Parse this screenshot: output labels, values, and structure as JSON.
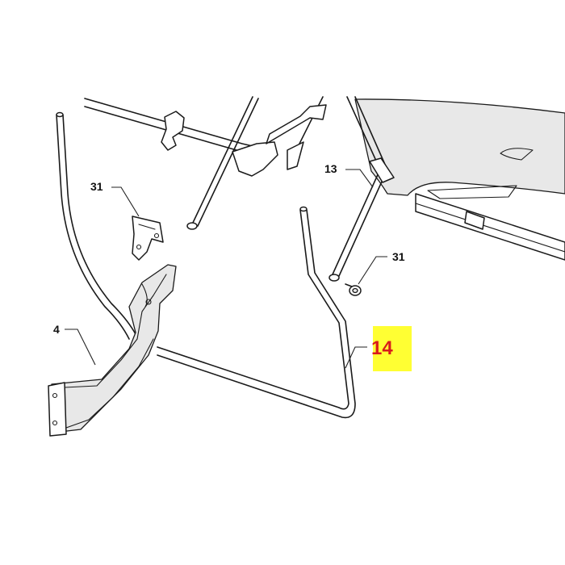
{
  "callouts": [
    {
      "label": "31"
    },
    {
      "label": "13"
    },
    {
      "label": "31"
    },
    {
      "label": "4"
    },
    {
      "label": "14"
    }
  ],
  "highlight": {
    "label": "14",
    "marker_color": "#ffff33",
    "text_color": "#d81b1b"
  }
}
